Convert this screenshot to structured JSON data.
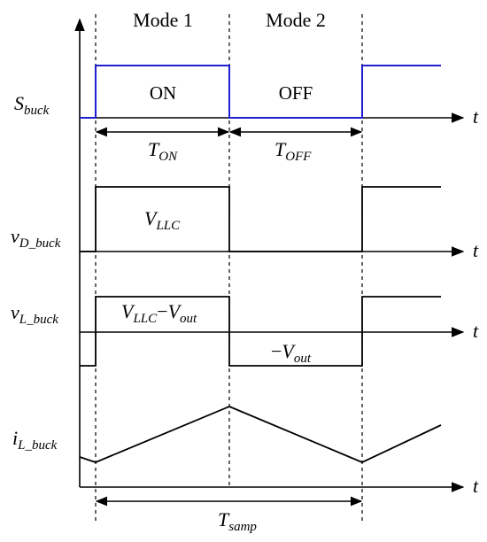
{
  "header": {
    "mode1": "Mode 1",
    "mode2": "Mode 2"
  },
  "rows": {
    "s_buck": {
      "label": {
        "main": "S",
        "sub": "buck"
      },
      "state_on": "ON",
      "state_off": "OFF",
      "axis_t": "t"
    },
    "v_d_buck": {
      "label": {
        "main": "v",
        "sub": "D_buck"
      },
      "value": {
        "main": "V",
        "sub": "LLC"
      },
      "axis_t": "t"
    },
    "v_l_buck": {
      "label": {
        "main": "v",
        "sub": "L_buck"
      },
      "value_on": {
        "a": "V",
        "a_sub": "LLC",
        "op": "−",
        "b": "V",
        "b_sub": "out"
      },
      "value_off": {
        "op": "−",
        "main": "V",
        "sub": "out"
      },
      "axis_t": "t"
    },
    "i_l_buck": {
      "label": {
        "main": "i",
        "sub": "L_buck"
      },
      "axis_t": "t"
    }
  },
  "intervals": {
    "t_on": {
      "main": "T",
      "sub": "ON"
    },
    "t_off": {
      "main": "T",
      "sub": "OFF"
    },
    "t_samp": {
      "main": "T",
      "sub": "samp"
    }
  },
  "colors": {
    "switch_signal": "#1f1fd0",
    "waveform": "#000000"
  }
}
